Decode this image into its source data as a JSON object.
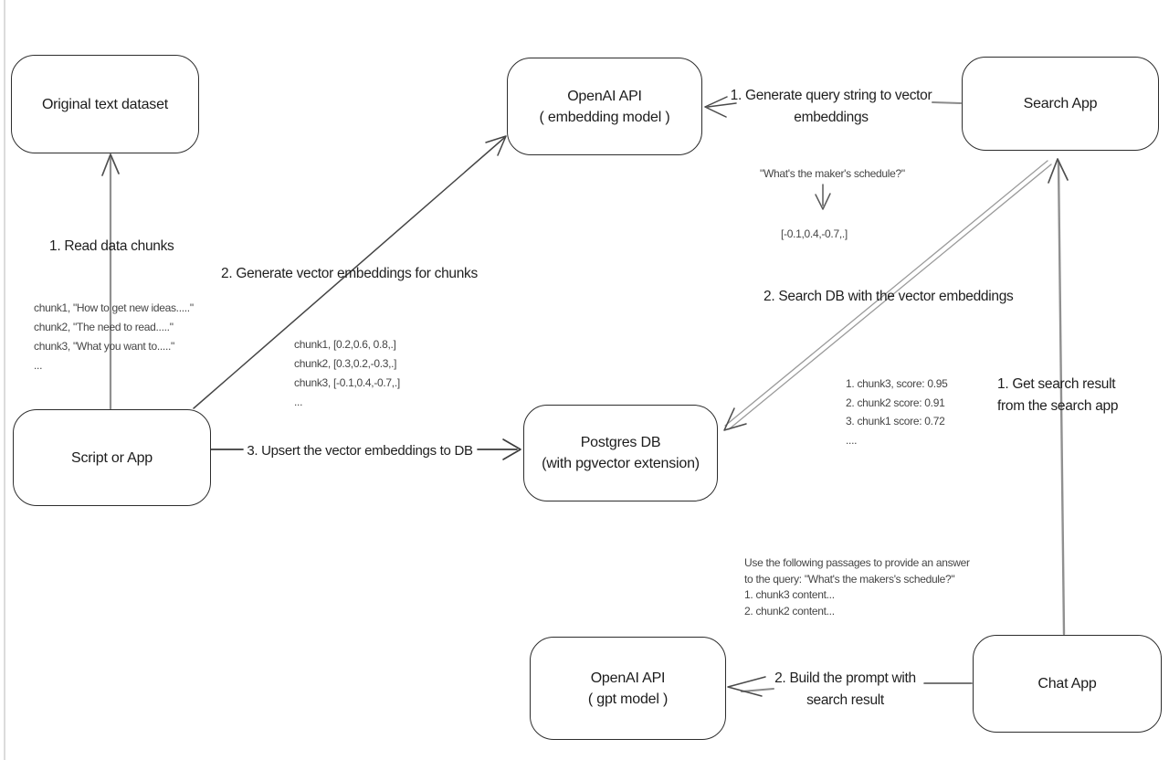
{
  "diagram": {
    "title_hint": "RAG with pgvector architecture sketch",
    "colors": {
      "ink": "#2d2d2d",
      "muted_line": "#909090",
      "background": "#ffffff",
      "canvas_edge": "#dcdcdc"
    },
    "nodes": {
      "original_text_dataset": {
        "label": "Original text dataset"
      },
      "openai_embedding": {
        "line1": "OpenAI API",
        "line2": "( embedding model )"
      },
      "search_app": {
        "label": "Search App"
      },
      "script_or_app": {
        "label": "Script or App"
      },
      "postgres_db": {
        "line1": "Postgres DB",
        "line2": "(with pgvector extension)"
      },
      "openai_gpt": {
        "line1": "OpenAI API",
        "line2": "( gpt model )"
      },
      "chat_app": {
        "label": "Chat App"
      }
    },
    "edges": {
      "read_chunks": {
        "label": "1. Read data chunks"
      },
      "generate_embeddings": {
        "label": "2. Generate vector embeddings for chunks"
      },
      "upsert": {
        "label": "3. Upsert the vector embeddings  to DB"
      },
      "query_to_vector": {
        "label_line1": "1. Generate query string to vector",
        "label_line2": "embeddings"
      },
      "search_db": {
        "label": "2. Search DB with the vector embeddings"
      },
      "get_search_result": {
        "label_line1": "1. Get search result",
        "label_line2": "from the search app"
      },
      "build_prompt": {
        "label_line1": "2. Build the prompt with",
        "label_line2": "search result"
      }
    },
    "annotations": {
      "chunk_texts": {
        "lines": [
          "chunk1, \"How to get new ideas.....\"",
          "chunk2, \"The need to read.....\"",
          "chunk3, \"What you want to.....\"",
          "..."
        ]
      },
      "chunk_vectors": {
        "lines": [
          "chunk1, [0.2,0.6, 0.8,.]",
          "chunk2, [0.3,0.2,-0.3,.]",
          "chunk3, [-0.1,0.4,-0.7,.]",
          "..."
        ]
      },
      "query_example": {
        "question": "\"What's the maker's schedule?\"",
        "vector": "[-0.1,0.4,-0.7,.]"
      },
      "search_scores": {
        "lines": [
          "1. chunk3, score: 0.95",
          "2. chunk2 score: 0.91",
          "3. chunk1 score: 0.72",
          "...."
        ]
      },
      "prompt_example": {
        "lines": [
          "Use the following passages to provide an answer",
          "to the query: \"What's the makers's schedule?\"",
          "1. chunk3 content...",
          "2. chunk2 content..."
        ]
      }
    }
  }
}
